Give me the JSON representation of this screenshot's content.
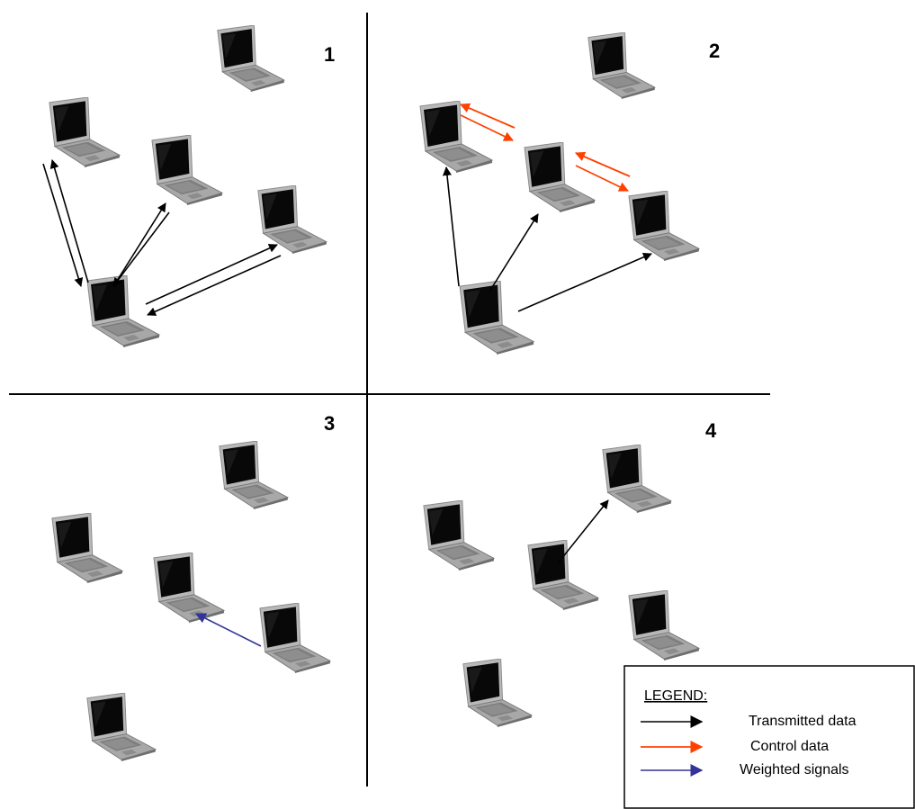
{
  "quadrants": [
    {
      "label": "1"
    },
    {
      "label": "2"
    },
    {
      "label": "3"
    },
    {
      "label": "4"
    }
  ],
  "legend": {
    "title": "LEGEND:",
    "items": [
      {
        "label": "Transmitted data",
        "color": "#000000"
      },
      {
        "label": "Control data",
        "color": "#ff4000"
      },
      {
        "label": "Weighted signals",
        "color": "#333399"
      }
    ]
  },
  "colors": {
    "transmitted": "#000000",
    "control": "#ff4000",
    "weighted": "#333399"
  },
  "icon": "laptop-icon"
}
